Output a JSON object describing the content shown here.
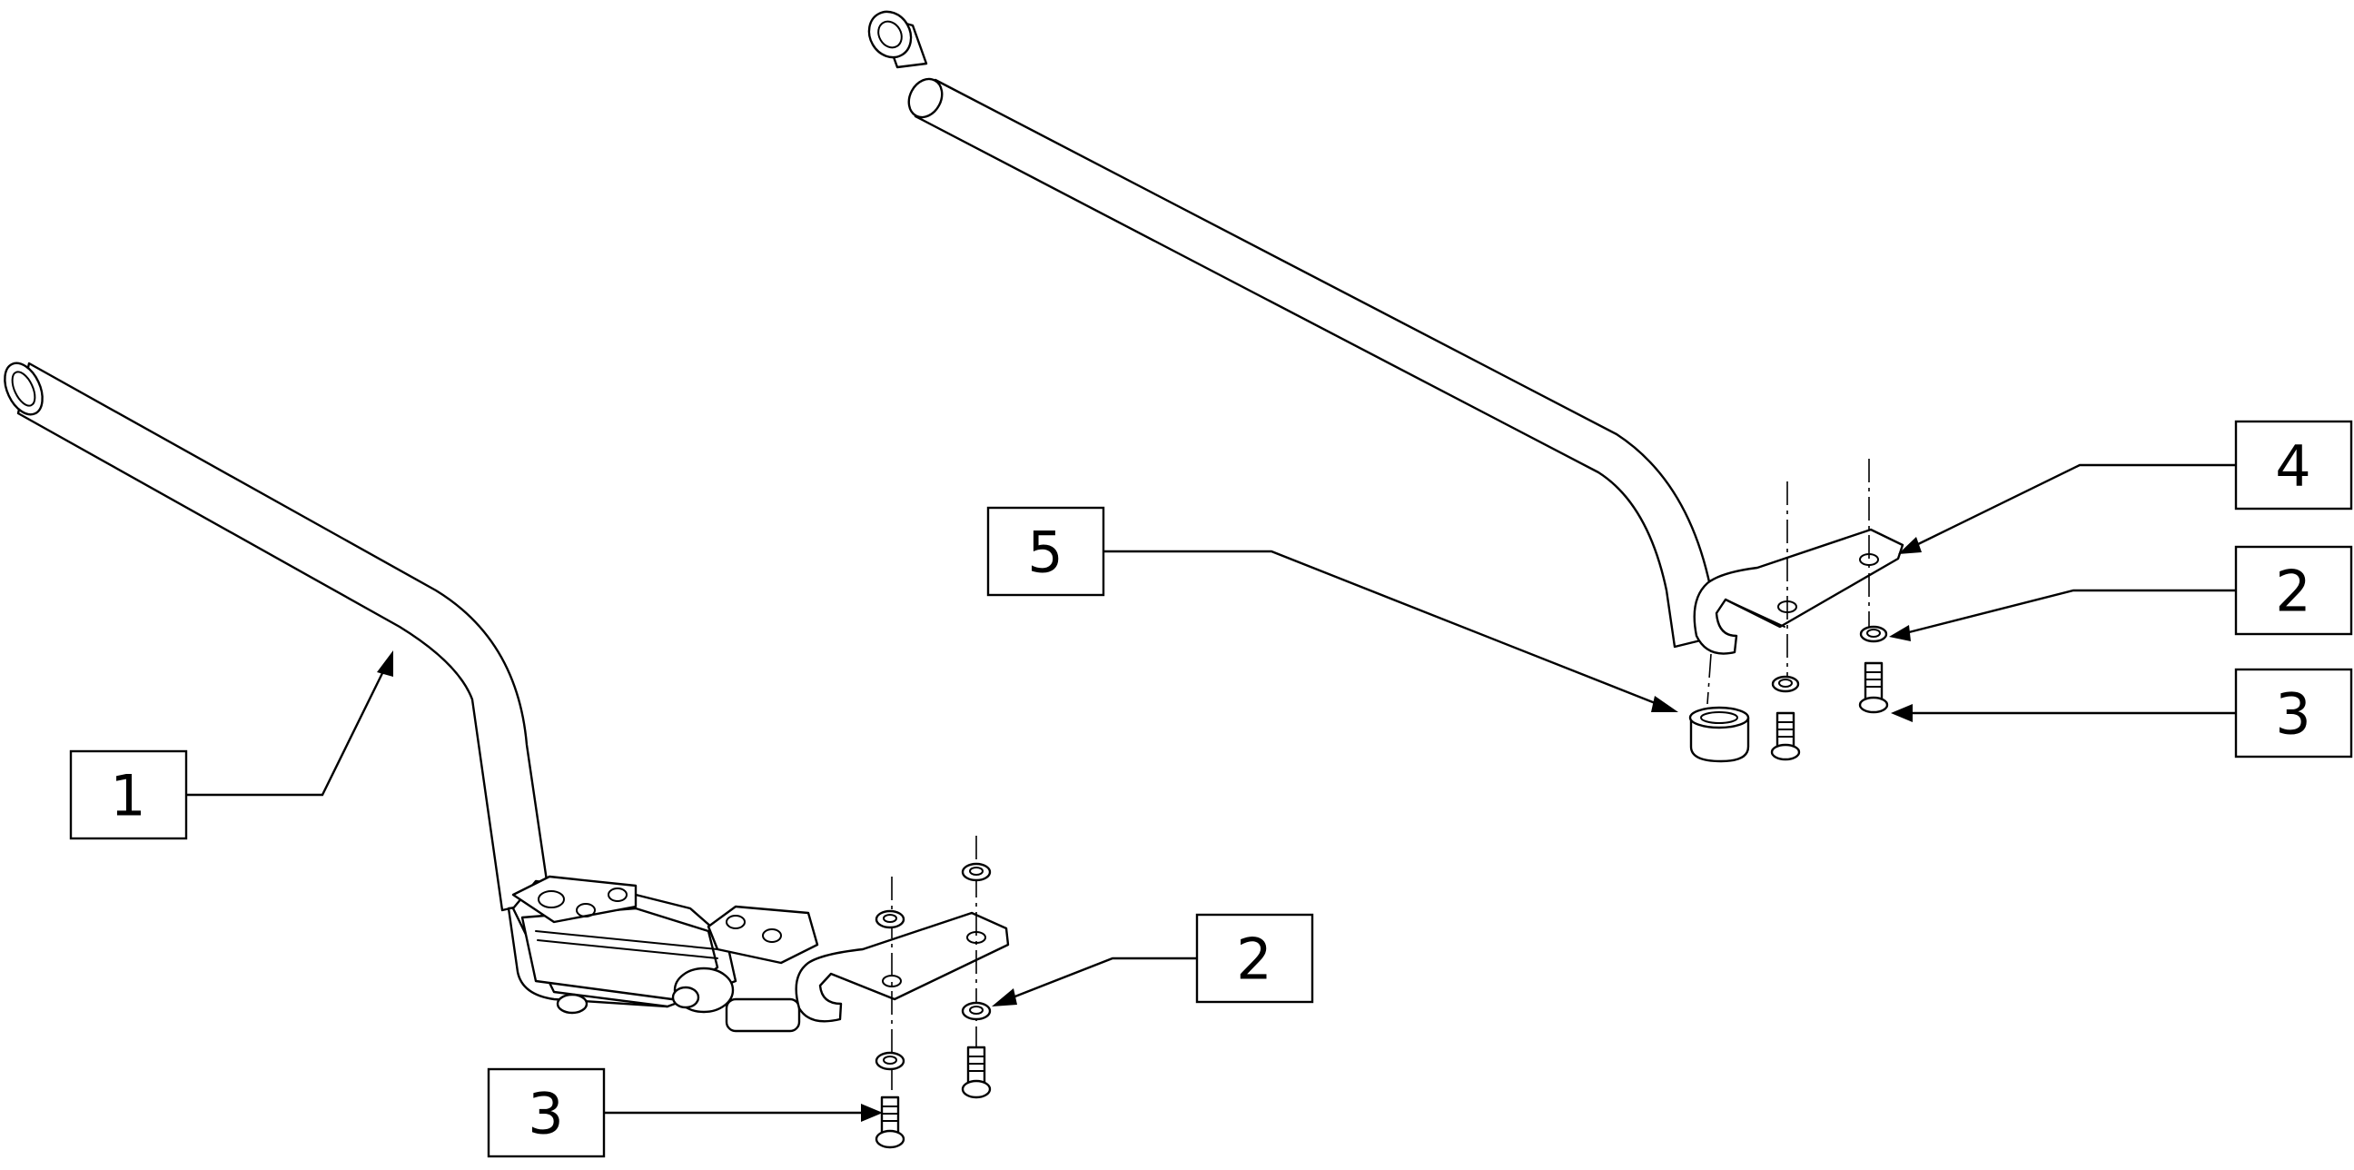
{
  "callouts": {
    "left_1": "1",
    "left_2": "2",
    "left_3": "3",
    "right_5": "5",
    "right_4": "4",
    "right_2": "2",
    "right_3": "3"
  }
}
